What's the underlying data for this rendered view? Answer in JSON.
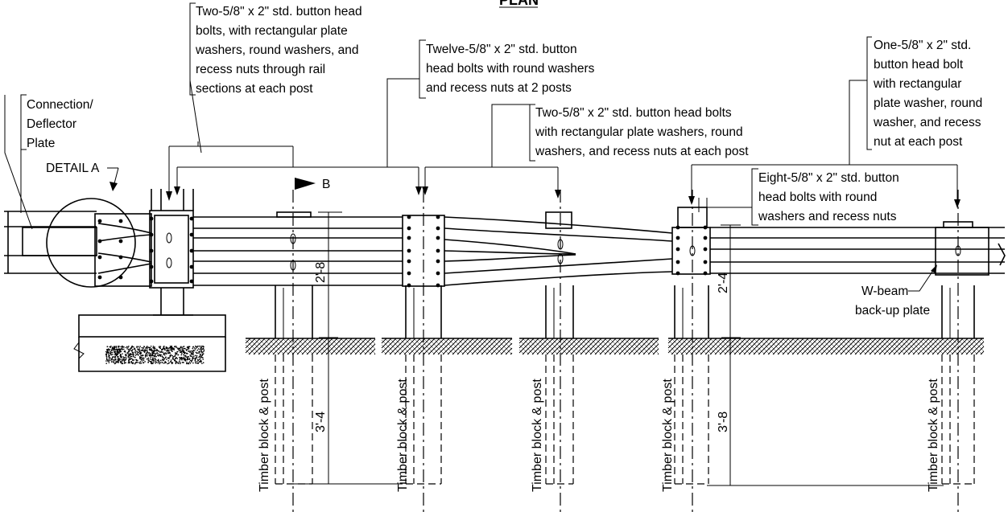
{
  "title": "PLAN",
  "callouts": {
    "rail_bolts": [
      "Two-5/8\" x 2\" std. button head",
      "bolts, with rectangular plate",
      "washers, round washers, and",
      "recess nuts through rail",
      "sections at each post"
    ],
    "twelve_bolts": [
      "Twelve-5/8\" x 2\" std. button",
      "head bolts with round washers",
      "and recess nuts at 2 posts"
    ],
    "two_bolts_post": [
      "Two-5/8\" x 2\" std. button head bolts",
      "with rectangular plate washers, round",
      "washers, and recess nuts at each post"
    ],
    "one_bolt": [
      "One-5/8\" x 2\" std.",
      "button head bolt",
      "with rectangular",
      "plate washer, round",
      "washer, and recess",
      "nut at each post"
    ],
    "eight_bolts": [
      "Eight-5/8\" x 2\" std. button",
      "head bolts with round",
      "washers and recess nuts"
    ],
    "connection_plate": [
      "Connection/",
      "Deflector",
      "Plate"
    ],
    "detail": "DETAIL A",
    "section": "B",
    "wbeam": [
      "W-beam",
      "back-up plate"
    ]
  },
  "dimensions": {
    "left_above": "2'-8",
    "left_below": "3'-4",
    "right_above": "2'-4",
    "right_below": "3'-8"
  },
  "post_label": "Timber block & post"
}
